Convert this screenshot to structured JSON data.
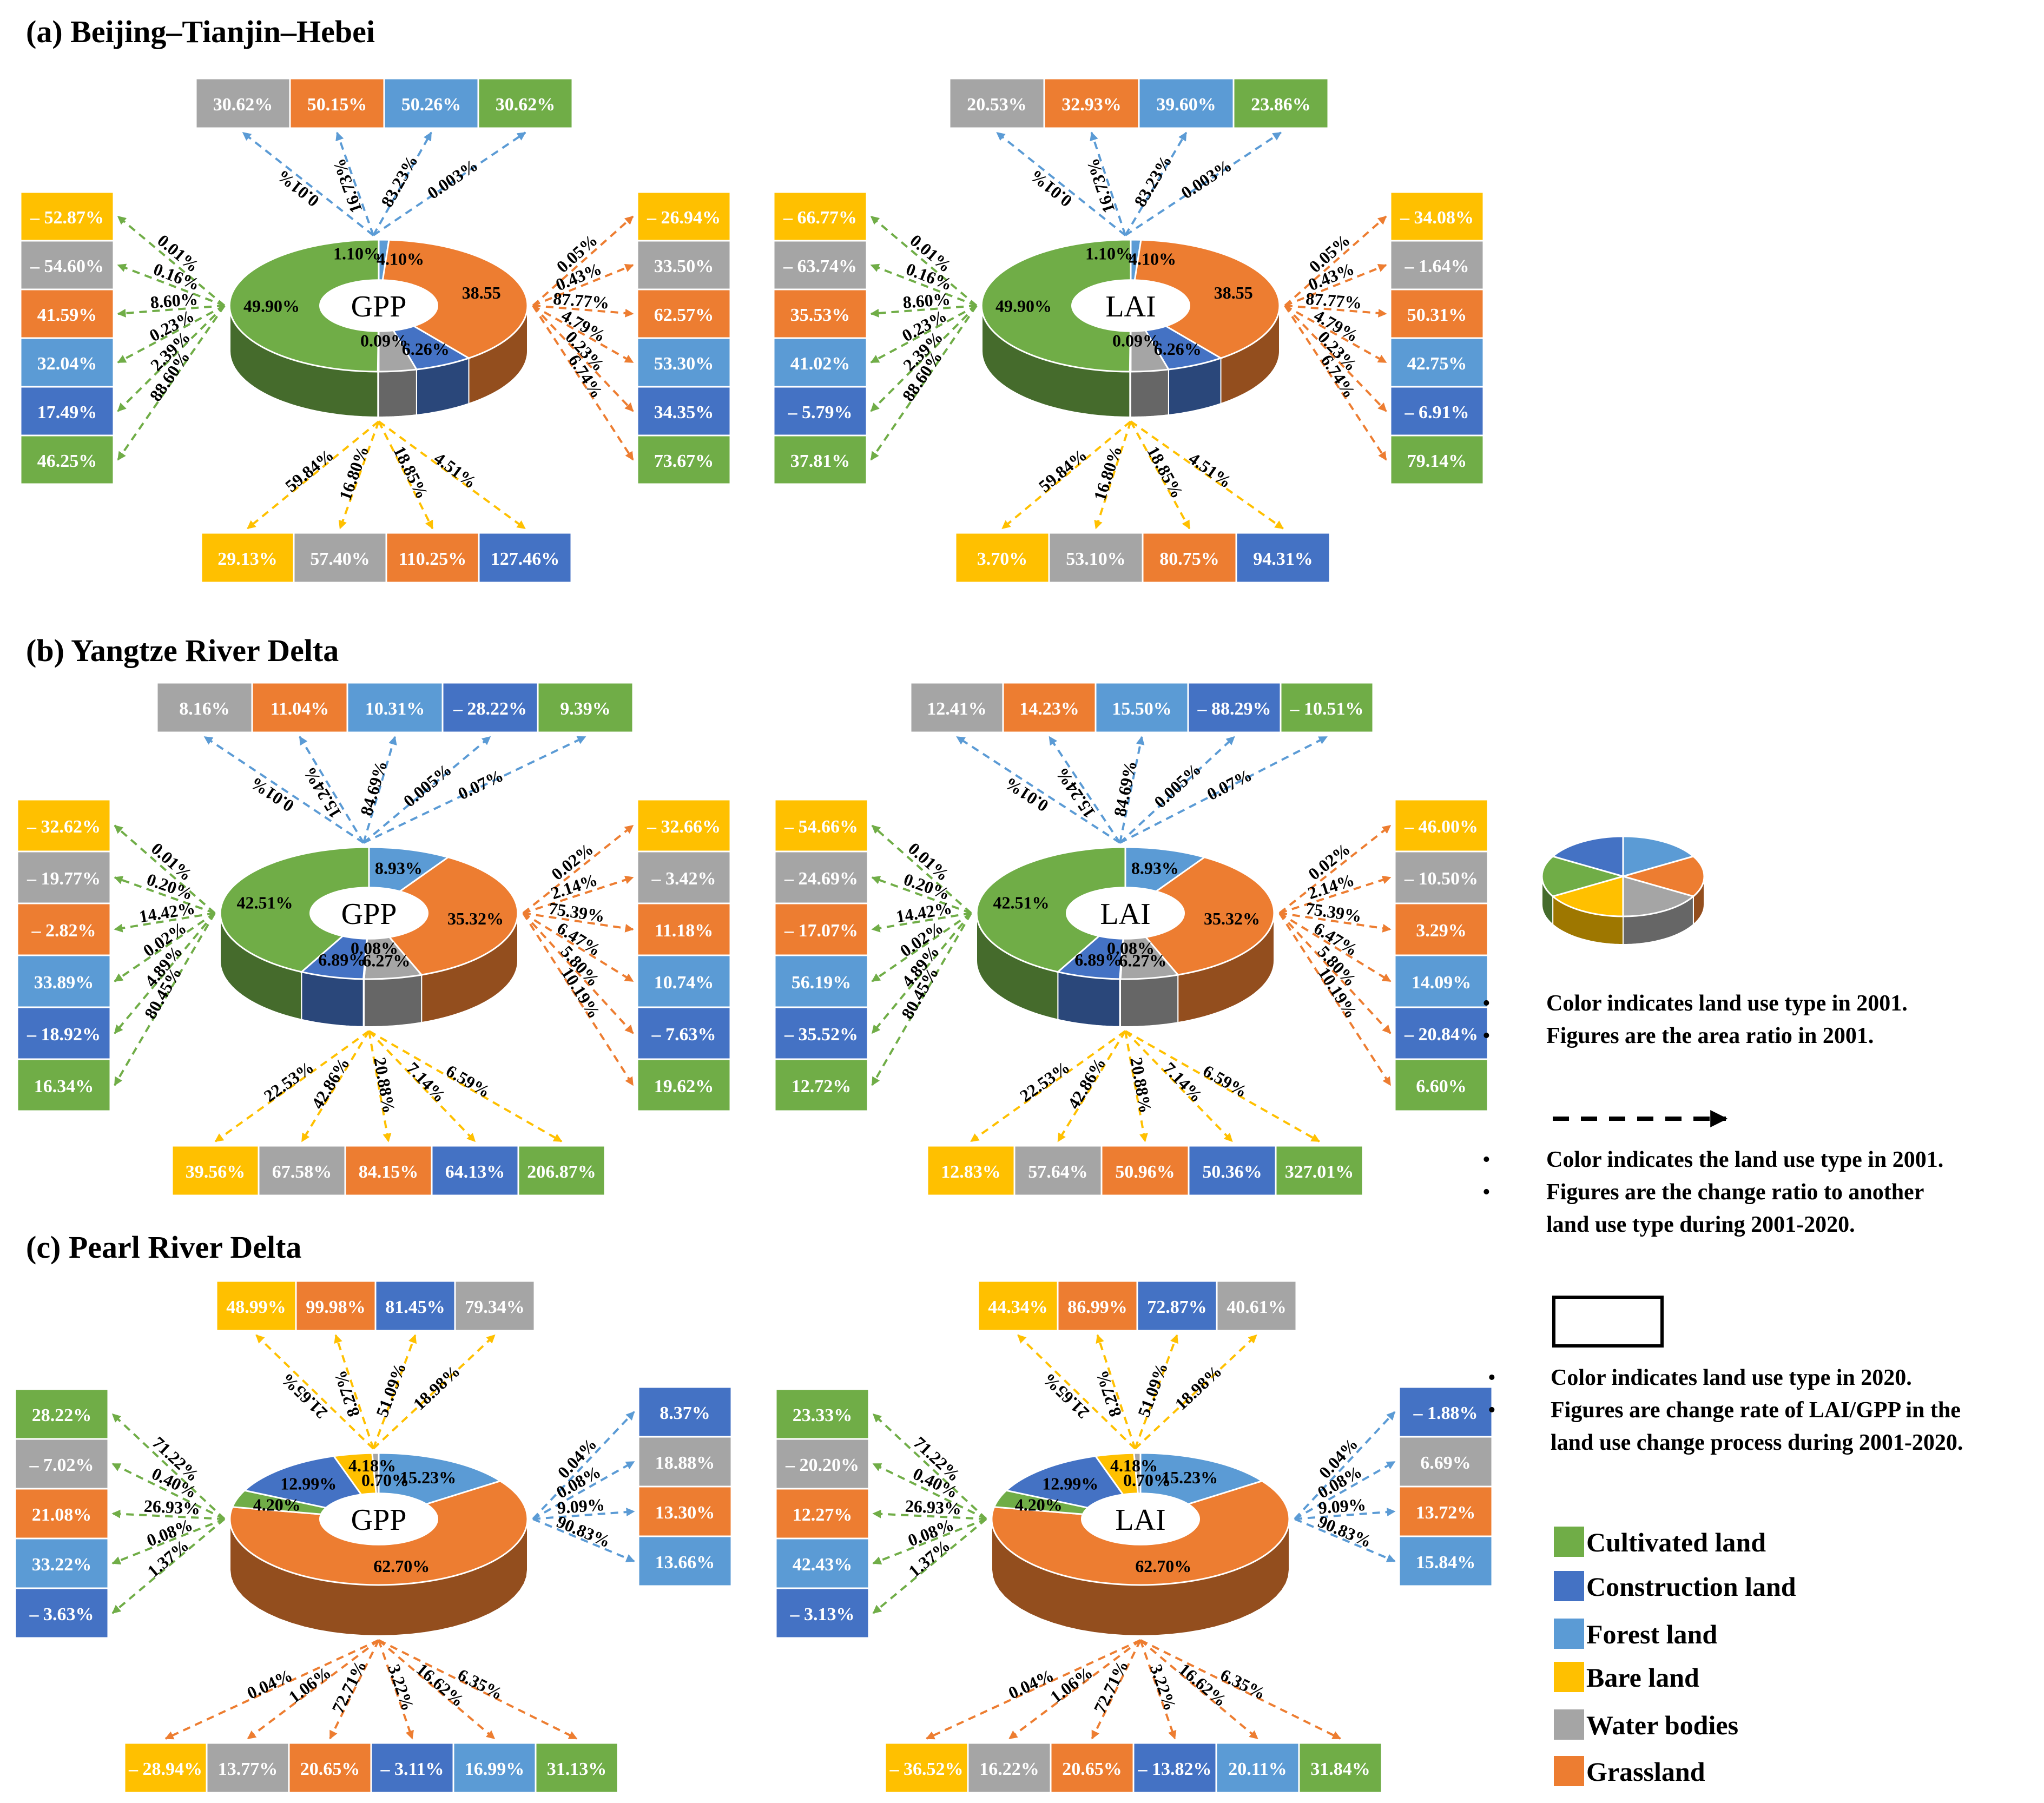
{
  "colors": {
    "cultivated": "#70AD47",
    "construction": "#4472C4",
    "forest": "#5B9BD5",
    "bare": "#FFC000",
    "water": "#A5A5A5",
    "grassland": "#ED7D31"
  },
  "sections": [
    {
      "title": "(a) Beijing–Tianjin–Hebei",
      "panels": [
        {
          "label": "GPP",
          "pie": {
            "cultivated": "49.90%",
            "forest": "1.10%",
            "grassland": "38.55",
            "construction": "6.26%",
            "water": "4.10%",
            "bare": "0.09%"
          },
          "top": {
            "source": "forest",
            "boxes": [
              [
                "water",
                "30.62%"
              ],
              [
                "grassland",
                "50.15%"
              ],
              [
                "forest",
                "50.26%"
              ],
              [
                "cultivated",
                "30.62%"
              ]
            ],
            "arrows": [
              "0.01%",
              "16.73%",
              "83.23%",
              "0.003%"
            ]
          },
          "left": {
            "source": "cultivated",
            "boxes": [
              [
                "bare",
                "– 52.87%"
              ],
              [
                "water",
                "– 54.60%"
              ],
              [
                "grassland",
                "41.59%"
              ],
              [
                "forest",
                "32.04%"
              ],
              [
                "construction",
                "17.49%"
              ],
              [
                "cultivated",
                "46.25%"
              ]
            ],
            "arrows": [
              "0.01%",
              "0.16%",
              "8.60%",
              "0.23%",
              "2.39%",
              "88.60%"
            ]
          },
          "right": {
            "source": "grassland",
            "boxes": [
              [
                "bare",
                "– 26.94%"
              ],
              [
                "water",
                "33.50%"
              ],
              [
                "grassland",
                "62.57%"
              ],
              [
                "forest",
                "53.30%"
              ],
              [
                "construction",
                "34.35%"
              ],
              [
                "cultivated",
                "73.67%"
              ]
            ],
            "arrows": [
              "0.05%",
              "0.43%",
              "87.77%",
              "4.79%",
              "0.23%",
              "6.74%"
            ]
          },
          "bottom": {
            "source": "bare",
            "boxes": [
              [
                "bare",
                "29.13%"
              ],
              [
                "water",
                "57.40%"
              ],
              [
                "grassland",
                "110.25%"
              ],
              [
                "construction",
                "127.46%"
              ]
            ],
            "arrows": [
              "59.84%",
              "16.80%",
              "18.85%",
              "4.51%"
            ]
          }
        },
        {
          "label": "LAI",
          "pie": {
            "cultivated": "49.90%",
            "forest": "1.10%",
            "grassland": "38.55",
            "construction": "6.26%",
            "water": "4.10%",
            "bare": "0.09%"
          },
          "top": {
            "source": "forest",
            "boxes": [
              [
                "water",
                "20.53%"
              ],
              [
                "grassland",
                "32.93%"
              ],
              [
                "forest",
                "39.60%"
              ],
              [
                "cultivated",
                "23.86%"
              ]
            ],
            "arrows": [
              "0.01%",
              "16.73%",
              "83.23%",
              "0.003%"
            ]
          },
          "left": {
            "source": "cultivated",
            "boxes": [
              [
                "bare",
                "– 66.77%"
              ],
              [
                "water",
                "– 63.74%"
              ],
              [
                "grassland",
                "35.53%"
              ],
              [
                "forest",
                "41.02%"
              ],
              [
                "construction",
                "– 5.79%"
              ],
              [
                "cultivated",
                "37.81%"
              ]
            ],
            "arrows": [
              "0.01%",
              "0.16%",
              "8.60%",
              "0.23%",
              "2.39%",
              "88.60%"
            ]
          },
          "right": {
            "source": "grassland",
            "boxes": [
              [
                "bare",
                "– 34.08%"
              ],
              [
                "water",
                "– 1.64%"
              ],
              [
                "grassland",
                "50.31%"
              ],
              [
                "forest",
                "42.75%"
              ],
              [
                "construction",
                "– 6.91%"
              ],
              [
                "cultivated",
                "79.14%"
              ]
            ],
            "arrows": [
              "0.05%",
              "0.43%",
              "87.77%",
              "4.79%",
              "0.23%",
              "6.74%"
            ]
          },
          "bottom": {
            "source": "bare",
            "boxes": [
              [
                "bare",
                "3.70%"
              ],
              [
                "water",
                "53.10%"
              ],
              [
                "grassland",
                "80.75%"
              ],
              [
                "construction",
                "94.31%"
              ]
            ],
            "arrows": [
              "59.84%",
              "16.80%",
              "18.85%",
              "4.51%"
            ]
          }
        }
      ]
    },
    {
      "title": "(b) Yangtze River Delta",
      "panels": [
        {
          "label": "GPP",
          "pie": {
            "cultivated": "42.51%",
            "forest": "8.93%",
            "grassland": "35.32%",
            "construction": "6.89%",
            "water": "6.27%",
            "bare": "0.08%"
          },
          "top": {
            "source": "forest",
            "boxes": [
              [
                "water",
                "8.16%"
              ],
              [
                "grassland",
                "11.04%"
              ],
              [
                "forest",
                "10.31%"
              ],
              [
                "construction",
                "– 28.22%"
              ],
              [
                "cultivated",
                "9.39%"
              ]
            ],
            "arrows": [
              "0.01%",
              "15.24%",
              "84.69%",
              "0.005%",
              "0.07%"
            ]
          },
          "left": {
            "source": "cultivated",
            "boxes": [
              [
                "bare",
                "– 32.62%"
              ],
              [
                "water",
                "– 19.77%"
              ],
              [
                "grassland",
                "– 2.82%"
              ],
              [
                "forest",
                "33.89%"
              ],
              [
                "construction",
                "– 18.92%"
              ],
              [
                "cultivated",
                "16.34%"
              ]
            ],
            "arrows": [
              "0.01%",
              "0.20%",
              "14.42%",
              "0.02%",
              "4.89%",
              "80.45%"
            ]
          },
          "right": {
            "source": "grassland",
            "boxes": [
              [
                "bare",
                "– 32.66%"
              ],
              [
                "water",
                "– 3.42%"
              ],
              [
                "grassland",
                "11.18%"
              ],
              [
                "forest",
                "10.74%"
              ],
              [
                "construction",
                "– 7.63%"
              ],
              [
                "cultivated",
                "19.62%"
              ]
            ],
            "arrows": [
              "0.02%",
              "2.14%",
              "75.39%",
              "6.47%",
              "5.80%",
              "10.19%"
            ]
          },
          "bottom": {
            "source": "bare",
            "boxes": [
              [
                "bare",
                "39.56%"
              ],
              [
                "water",
                "67.58%"
              ],
              [
                "grassland",
                "84.15%"
              ],
              [
                "construction",
                "64.13%"
              ],
              [
                "cultivated",
                "206.87%"
              ]
            ],
            "arrows": [
              "22.53%",
              "42.86%",
              "20.88%",
              "7.14%",
              "6.59%"
            ]
          }
        },
        {
          "label": "LAI",
          "pie": {
            "cultivated": "42.51%",
            "forest": "8.93%",
            "grassland": "35.32%",
            "construction": "6.89%",
            "water": "6.27%",
            "bare": "0.08%"
          },
          "top": {
            "source": "forest",
            "boxes": [
              [
                "water",
                "12.41%"
              ],
              [
                "grassland",
                "14.23%"
              ],
              [
                "forest",
                "15.50%"
              ],
              [
                "construction",
                "– 88.29%"
              ],
              [
                "cultivated",
                "– 10.51%"
              ]
            ],
            "arrows": [
              "0.01%",
              "15.24%",
              "84.69%",
              "0.005%",
              "0.07%"
            ]
          },
          "left": {
            "source": "cultivated",
            "boxes": [
              [
                "bare",
                "– 54.66%"
              ],
              [
                "water",
                "– 24.69%"
              ],
              [
                "grassland",
                "– 17.07%"
              ],
              [
                "forest",
                "56.19%"
              ],
              [
                "construction",
                "– 35.52%"
              ],
              [
                "cultivated",
                "12.72%"
              ]
            ],
            "arrows": [
              "0.01%",
              "0.20%",
              "14.42%",
              "0.02%",
              "4.89%",
              "80.45%"
            ]
          },
          "right": {
            "source": "grassland",
            "boxes": [
              [
                "bare",
                "– 46.00%"
              ],
              [
                "water",
                "– 10.50%"
              ],
              [
                "grassland",
                "3.29%"
              ],
              [
                "forest",
                "14.09%"
              ],
              [
                "construction",
                "– 20.84%"
              ],
              [
                "cultivated",
                "6.60%"
              ]
            ],
            "arrows": [
              "0.02%",
              "2.14%",
              "75.39%",
              "6.47%",
              "5.80%",
              "10.19%"
            ]
          },
          "bottom": {
            "source": "bare",
            "boxes": [
              [
                "bare",
                "12.83%"
              ],
              [
                "water",
                "57.64%"
              ],
              [
                "grassland",
                "50.96%"
              ],
              [
                "construction",
                "50.36%"
              ],
              [
                "cultivated",
                "327.01%"
              ]
            ],
            "arrows": [
              "22.53%",
              "42.86%",
              "20.88%",
              "7.14%",
              "6.59%"
            ]
          }
        }
      ]
    },
    {
      "title": "(c) Pearl River Delta",
      "panels": [
        {
          "label": "GPP",
          "pie": {
            "grassland": "62.70%",
            "forest": "15.23%",
            "construction": "12.99%",
            "cultivated": "4.20%",
            "bare": "4.18%",
            "water": "0.70%"
          },
          "top": {
            "source": "bare",
            "boxes": [
              [
                "bare",
                "48.99%"
              ],
              [
                "grassland",
                "99.98%"
              ],
              [
                "construction",
                "81.45%"
              ],
              [
                "water",
                "79.34%"
              ]
            ],
            "arrows": [
              "21.65%",
              "8.27%",
              "51.09%",
              "18.98%"
            ]
          },
          "left": {
            "source": "cultivated",
            "boxes": [
              [
                "cultivated",
                "28.22%"
              ],
              [
                "water",
                "– 7.02%"
              ],
              [
                "grassland",
                "21.08%"
              ],
              [
                "forest",
                "33.22%"
              ],
              [
                "construction",
                "– 3.63%"
              ]
            ],
            "arrows": [
              "71.22%",
              "0.40%",
              "26.93%",
              "0.08%",
              "1.37%"
            ]
          },
          "right": {
            "source": "forest",
            "boxes": [
              [
                "construction",
                "8.37%"
              ],
              [
                "water",
                "18.88%"
              ],
              [
                "grassland",
                "13.30%"
              ],
              [
                "forest",
                "13.66%"
              ]
            ],
            "arrows": [
              "0.04%",
              "0.08%",
              "9.09%",
              "90.83%"
            ]
          },
          "bottom": {
            "source": "grassland",
            "boxes": [
              [
                "bare",
                "– 28.94%"
              ],
              [
                "water",
                "13.77%"
              ],
              [
                "grassland",
                "20.65%"
              ],
              [
                "construction",
                "– 3.11%"
              ],
              [
                "forest",
                "16.99%"
              ],
              [
                "cultivated",
                "31.13%"
              ]
            ],
            "arrows": [
              "0.04%",
              "1.06%",
              "72.71%",
              "3.22%",
              "16.62%",
              "6.35%"
            ]
          }
        },
        {
          "label": "LAI",
          "pie": {
            "grassland": "62.70%",
            "forest": "15.23%",
            "construction": "12.99%",
            "cultivated": "4.20%",
            "bare": "4.18%",
            "water": "0.70%"
          },
          "top": {
            "source": "bare",
            "boxes": [
              [
                "bare",
                "44.34%"
              ],
              [
                "grassland",
                "86.99%"
              ],
              [
                "construction",
                "72.87%"
              ],
              [
                "water",
                "40.61%"
              ]
            ],
            "arrows": [
              "21.65%",
              "8.27%",
              "51.09%",
              "18.98%"
            ]
          },
          "left": {
            "source": "cultivated",
            "boxes": [
              [
                "cultivated",
                "23.33%"
              ],
              [
                "water",
                "– 20.20%"
              ],
              [
                "grassland",
                "12.27%"
              ],
              [
                "forest",
                "42.43%"
              ],
              [
                "construction",
                "– 3.13%"
              ]
            ],
            "arrows": [
              "71.22%",
              "0.40%",
              "26.93%",
              "0.08%",
              "1.37%"
            ]
          },
          "right": {
            "source": "forest",
            "boxes": [
              [
                "construction",
                "– 1.88%"
              ],
              [
                "water",
                "6.69%"
              ],
              [
                "grassland",
                "13.72%"
              ],
              [
                "forest",
                "15.84%"
              ]
            ],
            "arrows": [
              "0.04%",
              "0.08%",
              "9.09%",
              "90.83%"
            ]
          },
          "bottom": {
            "source": "grassland",
            "boxes": [
              [
                "bare",
                "– 36.52%"
              ],
              [
                "water",
                "16.22%"
              ],
              [
                "grassland",
                "20.65%"
              ],
              [
                "construction",
                "– 13.82%"
              ],
              [
                "forest",
                "20.11%"
              ],
              [
                "cultivated",
                "31.84%"
              ]
            ],
            "arrows": [
              "0.04%",
              "1.06%",
              "72.71%",
              "3.22%",
              "16.62%",
              "6.35%"
            ]
          }
        }
      ]
    }
  ],
  "legend": {
    "notes_pie": [
      "Color indicates land use type in 2001.",
      "Figures are the area ratio in 2001."
    ],
    "notes_arrow": [
      "Color indicates the land use type in 2001.",
      "Figures are the change ratio to another",
      "land use type during 2001-2020."
    ],
    "notes_box": [
      "Color indicates land use type in 2020.",
      "Figures are change rate of LAI/GPP in the",
      "land use change process during 2001-2020."
    ],
    "bullet": "•",
    "types": [
      {
        "key": "cultivated",
        "label": "Cultivated land"
      },
      {
        "key": "construction",
        "label": "Construction land"
      },
      {
        "key": "forest",
        "label": "Forest land"
      },
      {
        "key": "bare",
        "label": "Bare land"
      },
      {
        "key": "water",
        "label": "Water bodies"
      },
      {
        "key": "grassland",
        "label": "Grassland"
      }
    ]
  }
}
